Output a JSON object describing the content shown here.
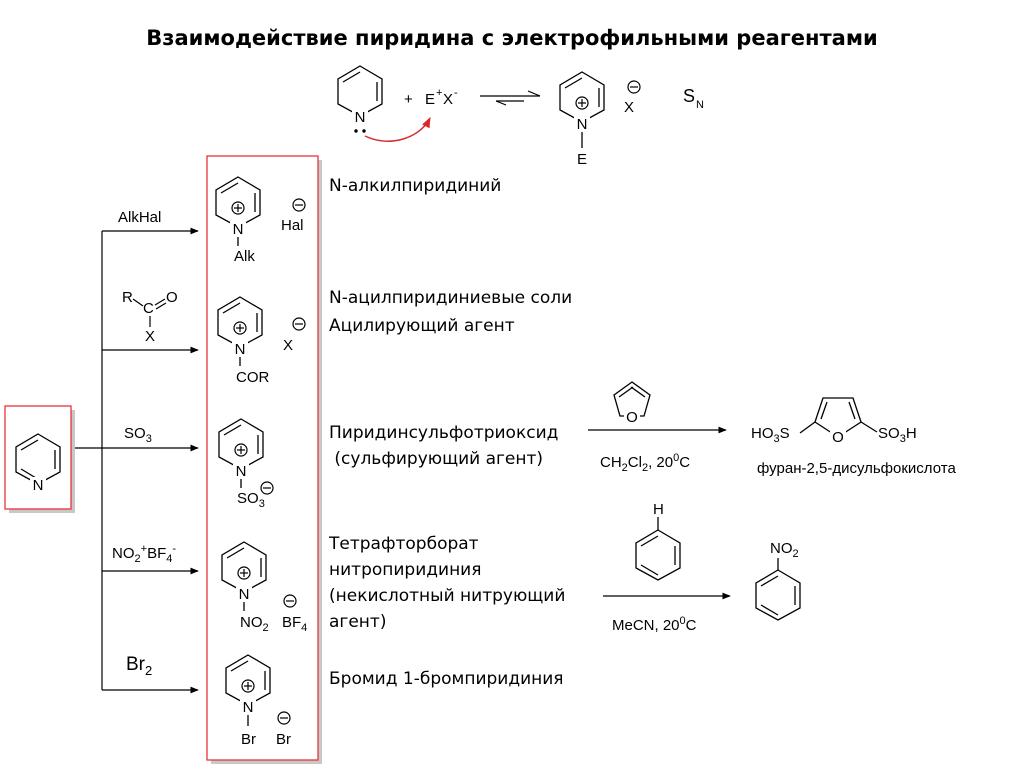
{
  "title": "Взаимодействие пиридина с электрофильными реагентами",
  "top_equation": {
    "plus": "+",
    "reagent_E": "E",
    "reagent_sup_plus": "+",
    "reagent_X": "X",
    "reagent_sup_minus": "-",
    "product_X": "X",
    "product_N": "N",
    "product_E": "E",
    "mechanism": "S",
    "mechanism_sub": "N"
  },
  "start_ring_N": "N",
  "branches": [
    {
      "reagent": "AlkHal",
      "sub": "Alk",
      "anion": "Hal",
      "desc": [
        "N-алкилпиридиний"
      ]
    },
    {
      "reagent_R": "R",
      "reagent_C": "C",
      "reagent_O": "O",
      "reagent_X": "X",
      "sub": "COR",
      "anion": "X",
      "desc": [
        "N-ацилпиридиниевые соли",
        "Ацилирующий агент"
      ]
    },
    {
      "reagent": "SO",
      "reagent_sub": "3",
      "sub": "SO",
      "sub_sub": "3",
      "desc": [
        "Пиридинсульфотриоксид",
        " (сульфирующий агент)"
      ]
    },
    {
      "reagent": "NO",
      "reagent_sub": "2",
      "reagent_sup": "+",
      "reagent2": "BF",
      "reagent2_sub": "4",
      "reagent2_sup": "-",
      "sub": "NO",
      "sub_sub": "2",
      "anion": "BF",
      "anion_sub": "4",
      "desc": [
        "Тетрафторборат",
        "нитропиридиния",
        "(некислотный нитрующий",
        "агент)"
      ]
    },
    {
      "reagent": "Br",
      "reagent_sub": "2",
      "sub": "Br",
      "anion": "Br",
      "desc": [
        "Бромид 1-бромпиридиния"
      ]
    }
  ],
  "ring_N": "N",
  "sulfonation": {
    "furan_O": "O",
    "conditions": "CH",
    "conditions_sub1": "2",
    "conditions_mid": "Cl",
    "conditions_sub2": "2",
    "conditions_temp": ", 20",
    "conditions_deg": "0",
    "conditions_unit": "C",
    "product_left": "HO",
    "product_left_sub": "3",
    "product_left_S": "S",
    "product_O": "O",
    "product_right": "SO",
    "product_right_sub": "3",
    "product_right_H": "H",
    "product_name": "фуран-2,5-дисульфокислота"
  },
  "nitration": {
    "benzene_H": "H",
    "conditions": "MeCN, 20",
    "conditions_deg": "0",
    "conditions_unit": "C",
    "product": "NO",
    "product_sub": "2"
  },
  "colors": {
    "box": "#e8343a",
    "arrow_red": "#d9292b",
    "shadow": "#c8c8c8"
  }
}
